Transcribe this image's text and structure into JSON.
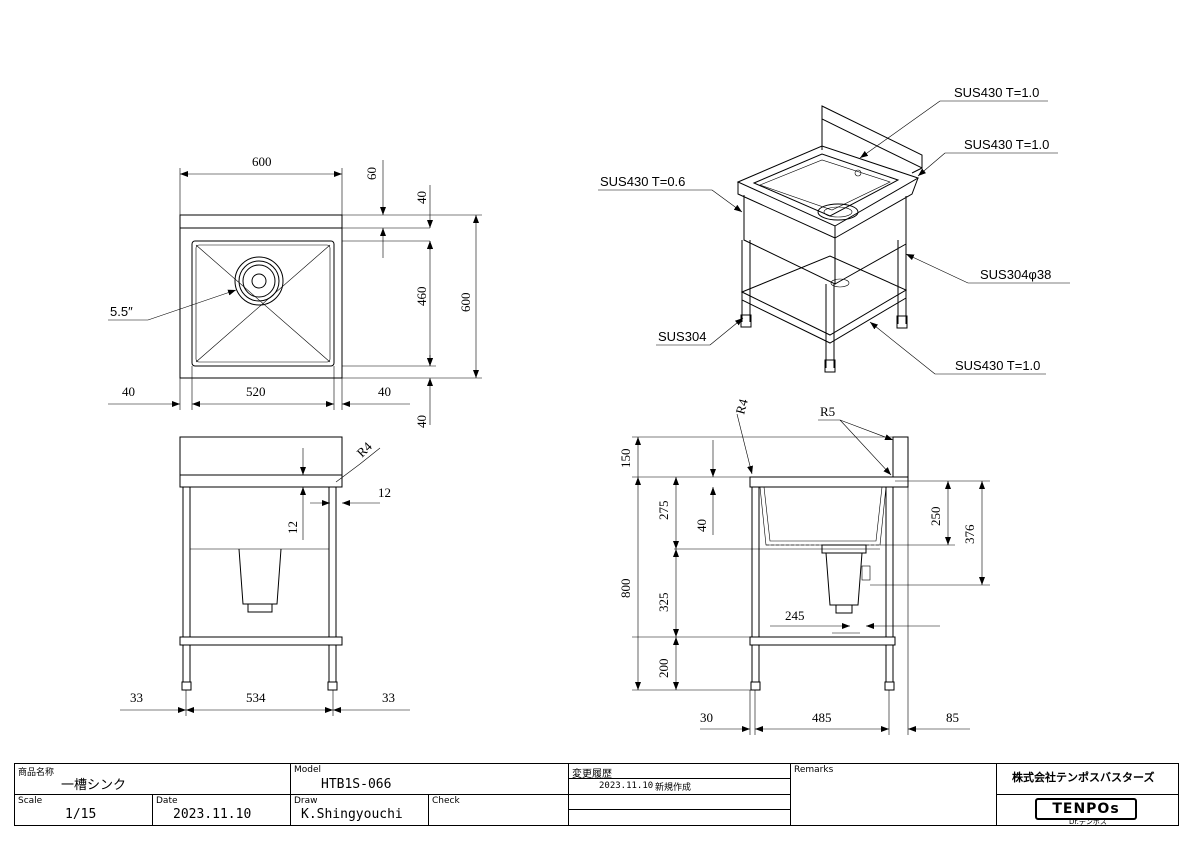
{
  "plan_view": {
    "dims": {
      "width": "600",
      "backsplash": "60",
      "rim_top": "40",
      "bowl": "460",
      "depth": "600",
      "left": "40",
      "bowl_width": "520",
      "right": "40",
      "rim_bottom": "40"
    },
    "drain_label": "5.5″"
  },
  "front_view": {
    "dims": {
      "r4": "R4",
      "d12a": "12",
      "d12b": "12",
      "left": "33",
      "span": "534",
      "right": "33"
    }
  },
  "side_view": {
    "dims": {
      "r4": "R4",
      "r5": "R5",
      "h150": "150",
      "h275": "275",
      "h40": "40",
      "h800": "800",
      "h325": "325",
      "h200": "200",
      "h250": "250",
      "h376": "376",
      "w245": "245",
      "w30": "30",
      "w485": "485",
      "w85": "85"
    }
  },
  "iso_view": {
    "callouts": [
      "SUS430 T=1.0",
      "SUS430 T=1.0",
      "SUS430 T=0.6",
      "SUS304φ38",
      "SUS304",
      "SUS430 T=1.0"
    ]
  },
  "title_block": {
    "product_name_caption": "商品名称",
    "product_name": "一槽シンク",
    "model_caption": "Model",
    "model": "HTB1S-066",
    "history_caption": "変更履歴",
    "history_date": "2023.11.10",
    "history_note": "新規作成",
    "remarks_caption": "Remarks",
    "company": "株式会社テンポスバスターズ",
    "scale_caption": "Scale",
    "scale": "1/15",
    "date_caption": "Date",
    "date": "2023.11.10",
    "draw_caption": "Draw",
    "draw": "K.Shingyouchi",
    "check_caption": "Check",
    "logo_text": "TENPOs",
    "logo_sub": "Dr.テンポス"
  }
}
